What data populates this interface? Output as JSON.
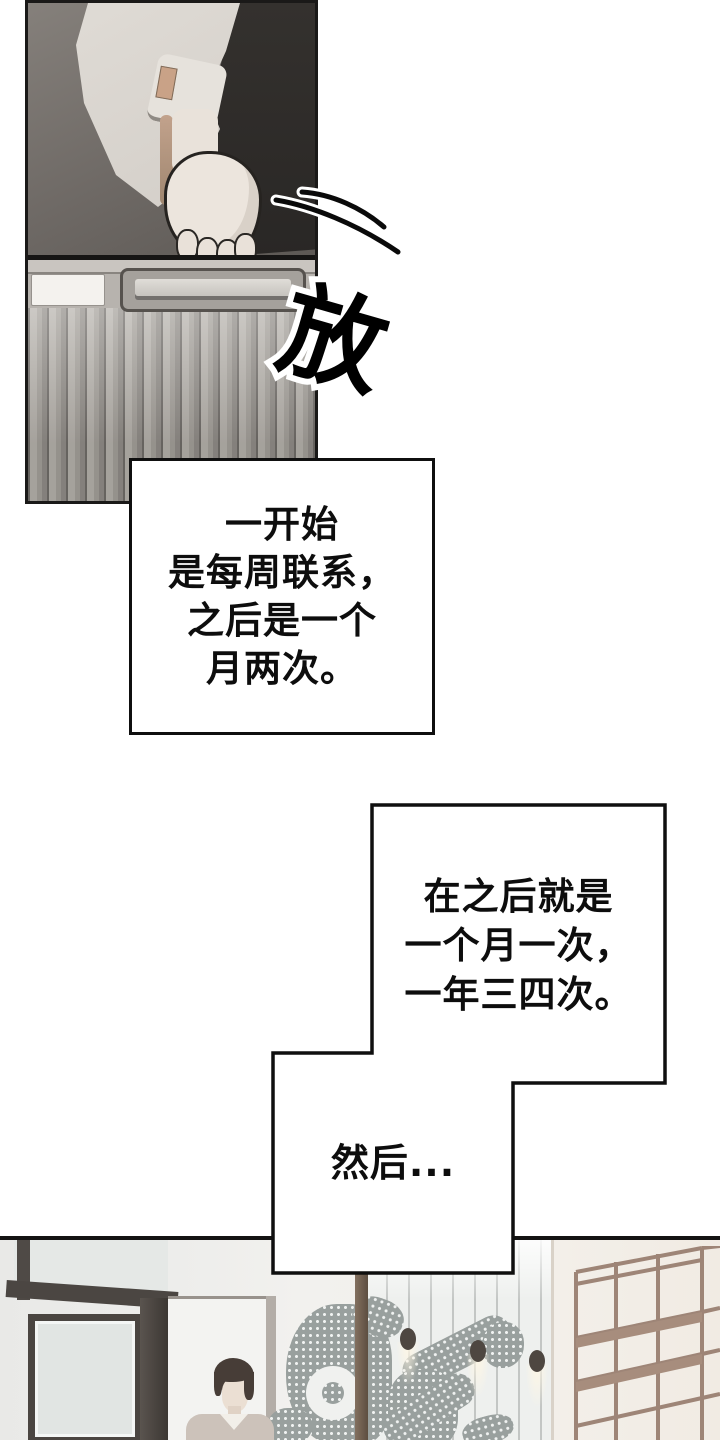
{
  "sfx": {
    "text": "放"
  },
  "speech": {
    "box1": {
      "lines": [
        "一开始",
        "是每周联系，",
        "之后是一个",
        "月两次。"
      ]
    },
    "box2": {
      "lines": [
        "在之后就是",
        "一个月一次，",
        "一年三四次。"
      ]
    },
    "box3": {
      "text": "然后..."
    }
  },
  "colors": {
    "page_bg": "#ffffff",
    "ink": "#0f0f0f",
    "panel1_bg_top": "#85807b",
    "panel1_bg_bottom": "#474340",
    "pants": "#2b2927",
    "shirt": "#ddd8d2",
    "skin": "#ece5dd",
    "sleeve_patch": "#c9a287",
    "suitcase_slat_light": "#b8b4ae",
    "suitcase_slat_dark": "#938f8a",
    "door_frame": "#4b4642",
    "door_glass": "#e1e5e3",
    "sweater": "#ccc2ba",
    "hair": "#473d37",
    "shadow_halftone": "#99a09e",
    "rib_line": "#c3c6c4",
    "wall_cream": "#f3efe9",
    "wood_post": "#6f5d4e",
    "shelf_frame": "#9e8577",
    "lamp_glow": "#fff7e4"
  }
}
